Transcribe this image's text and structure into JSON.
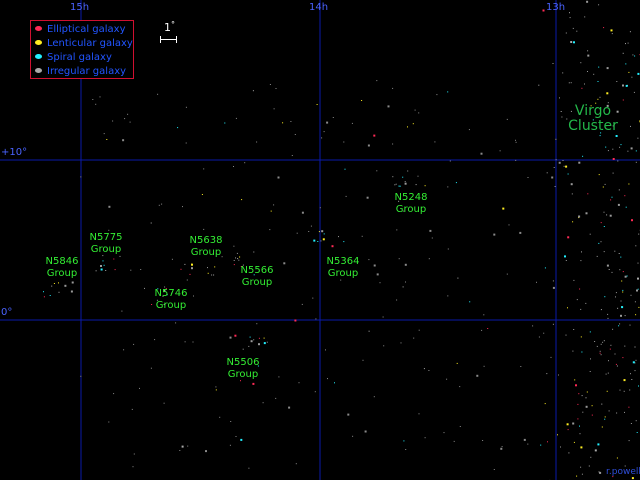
{
  "colors": {
    "background": "#000000",
    "grid": "#0a1aa8",
    "axis_label": "#4a63ff",
    "group_label": "#33ee33",
    "cluster_label": "#23b84a",
    "legend_border": "#d01030",
    "legend_text": "#2255ff"
  },
  "legend": [
    {
      "label": "Elliptical galaxy",
      "color": "#ff2a55",
      "icon": "elliptical-galaxy-dot"
    },
    {
      "label": "Lenticular galaxy",
      "color": "#ffee22",
      "icon": "lenticular-galaxy-dot"
    },
    {
      "label": "Spiral galaxy",
      "color": "#22f0ff",
      "icon": "spiral-galaxy-dot"
    },
    {
      "label": "Irregular galaxy",
      "color": "#aaaaaa",
      "icon": "irregular-galaxy-dot"
    }
  ],
  "scale": {
    "value": "1",
    "unit": "°"
  },
  "ra_labels": [
    "15h",
    "14h",
    "13h"
  ],
  "dec_labels": [
    "+10°",
    "0°"
  ],
  "groups": [
    {
      "id": "n5846",
      "line1": "N5846",
      "line2": "Group"
    },
    {
      "id": "n5775",
      "line1": "N5775",
      "line2": "Group"
    },
    {
      "id": "n5746",
      "line1": "N5746",
      "line2": "Group"
    },
    {
      "id": "n5638",
      "line1": "N5638",
      "line2": "Group"
    },
    {
      "id": "n5566",
      "line1": "N5566",
      "line2": "Group"
    },
    {
      "id": "n5506",
      "line1": "N5506",
      "line2": "Group"
    },
    {
      "id": "n5364",
      "line1": "N5364",
      "line2": "Group"
    },
    {
      "id": "n5248",
      "line1": "N5248",
      "line2": "Group"
    }
  ],
  "cluster": {
    "line1": "Virgo",
    "line2": "Cluster"
  },
  "credit": "r.powell"
}
